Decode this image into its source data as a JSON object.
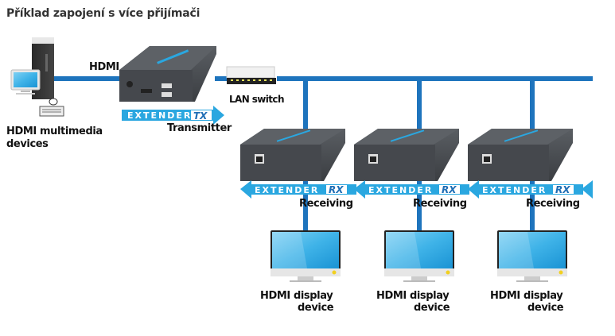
{
  "title": "Příklad zapojení s více přijímači",
  "source": {
    "label_line1": "HDMI multimedia",
    "label_line2": "devices",
    "cable_label": "HDMI"
  },
  "transmitter": {
    "banner_text": "EXTENDER",
    "banner_suffix": "TX",
    "label": "Transmitter"
  },
  "switch": {
    "label": "LAN switch"
  },
  "receivers": [
    {
      "banner_text": "EXTENDER",
      "banner_suffix": "RX",
      "label": "Receiving",
      "display_line1": "HDMI display",
      "display_line2": "device"
    },
    {
      "banner_text": "EXTENDER",
      "banner_suffix": "RX",
      "label": "Receiving",
      "display_line1": "HDMI display",
      "display_line2": "device"
    },
    {
      "banner_text": "EXTENDER",
      "banner_suffix": "RX",
      "label": "Receiving",
      "display_line1": "HDMI display",
      "display_line2": "device"
    }
  ],
  "colors": {
    "cable": "#1e74bd",
    "banner": "#2aa7e0",
    "device_body": "#4a4d52",
    "screen": "#3fb3e8"
  }
}
